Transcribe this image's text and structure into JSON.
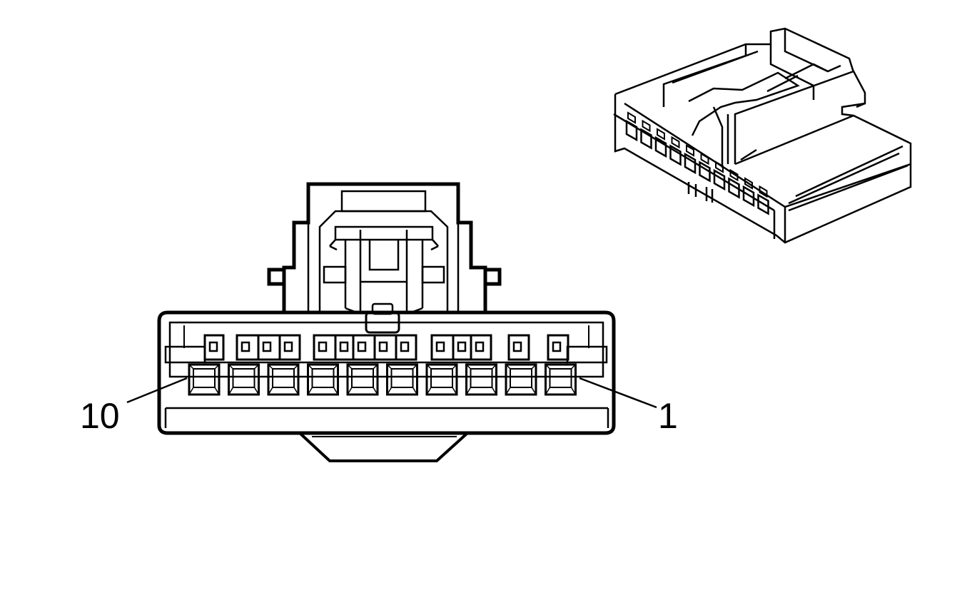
{
  "diagram": {
    "pin_labels": {
      "left": "10",
      "right": "1"
    },
    "terminal_count": 10,
    "colors": {
      "line": "#000000",
      "background": "#ffffff"
    }
  }
}
